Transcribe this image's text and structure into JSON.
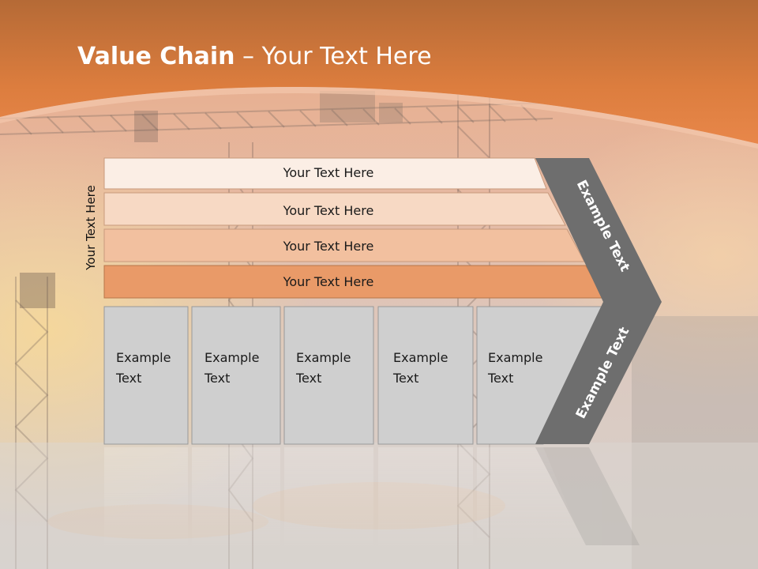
{
  "slide": {
    "title_bold": "Value Chain",
    "title_rest": " – Your Text Here",
    "side_label": "Your Text Here"
  },
  "rows": [
    {
      "label": "Your Text Here",
      "color": "#fbeee5"
    },
    {
      "label": "Your Text Here",
      "color": "#f7d9c4"
    },
    {
      "label": "Your Text Here",
      "color": "#f2c09f"
    },
    {
      "label": "Your Text Here",
      "color": "#e99a68"
    }
  ],
  "columns": [
    {
      "line1": "Example",
      "line2": "Text"
    },
    {
      "line1": "Example",
      "line2": "Text"
    },
    {
      "line1": "Example",
      "line2": "Text"
    },
    {
      "line1": "Example",
      "line2": "Text"
    },
    {
      "line1": "Example",
      "line2": "Text"
    }
  ],
  "chevron": {
    "upper_label": "Example Text",
    "lower_label": "Example Text",
    "color": "#6e6e6e"
  },
  "theme": {
    "accent": "#e07a3a",
    "column_fill": "#cfcfcf"
  }
}
